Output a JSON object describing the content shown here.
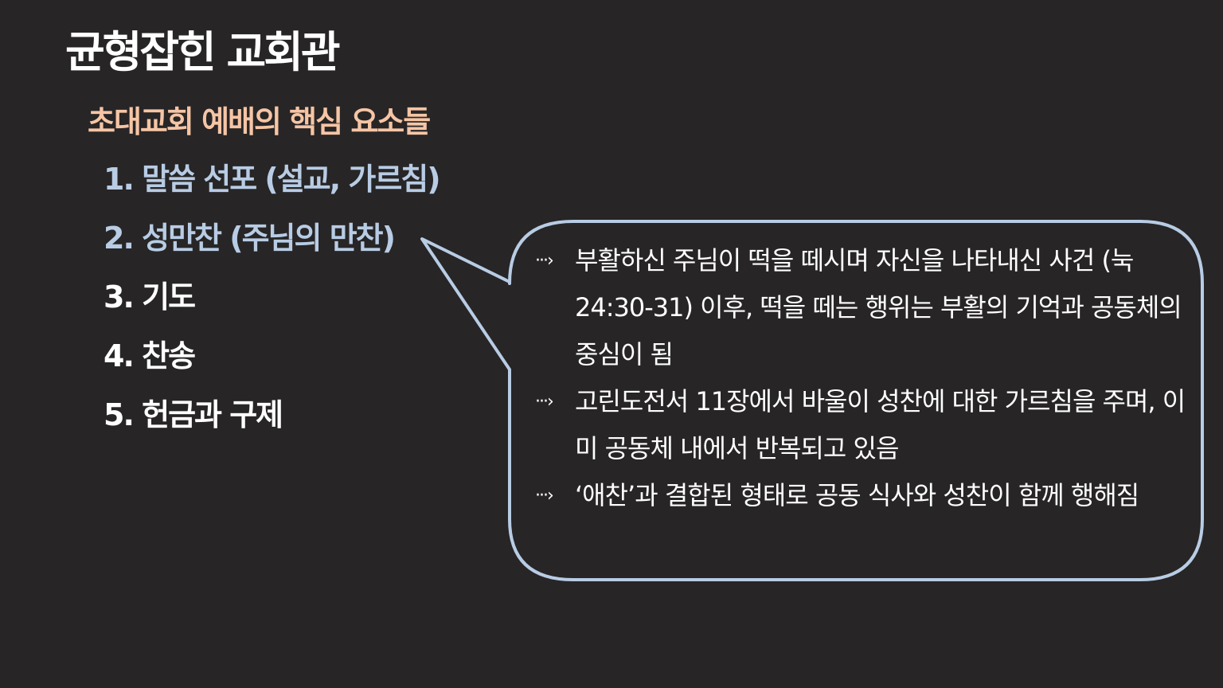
{
  "title": "균형잡힌 교회관",
  "subtitle": "초대교회 예배의 핵심 요소들",
  "items": [
    {
      "label": "1. 말씀 선포 (설교, 가르침)",
      "color": "#b8cce4"
    },
    {
      "label": "2. 성만찬 (주님의 만찬)",
      "color": "#b8cce4"
    },
    {
      "label": "3. 기도",
      "color": "#ffffff"
    },
    {
      "label": "4. 찬송",
      "color": "#ffffff"
    },
    {
      "label": "5. 헌금과 구제",
      "color": "#ffffff"
    }
  ],
  "callout": {
    "border_color": "#b8cce4",
    "bullet_icon": "dotted-arrow-icon",
    "bullets": [
      "부활하신 주님이 떡을 떼시며 자신을 나타내신 사건 (눅 24:30-31) 이후, 떡을 떼는 행위는 부활의 기억과 공동체의 중심이 됨",
      "고린도전서 11장에서 바울이 성찬에 대한 가르침을 주며, 이미 공동체 내에서 반복되고 있음",
      "‘애찬’과 결합된 형태로 공동 식사와 성찬이 함께 행해짐"
    ]
  }
}
